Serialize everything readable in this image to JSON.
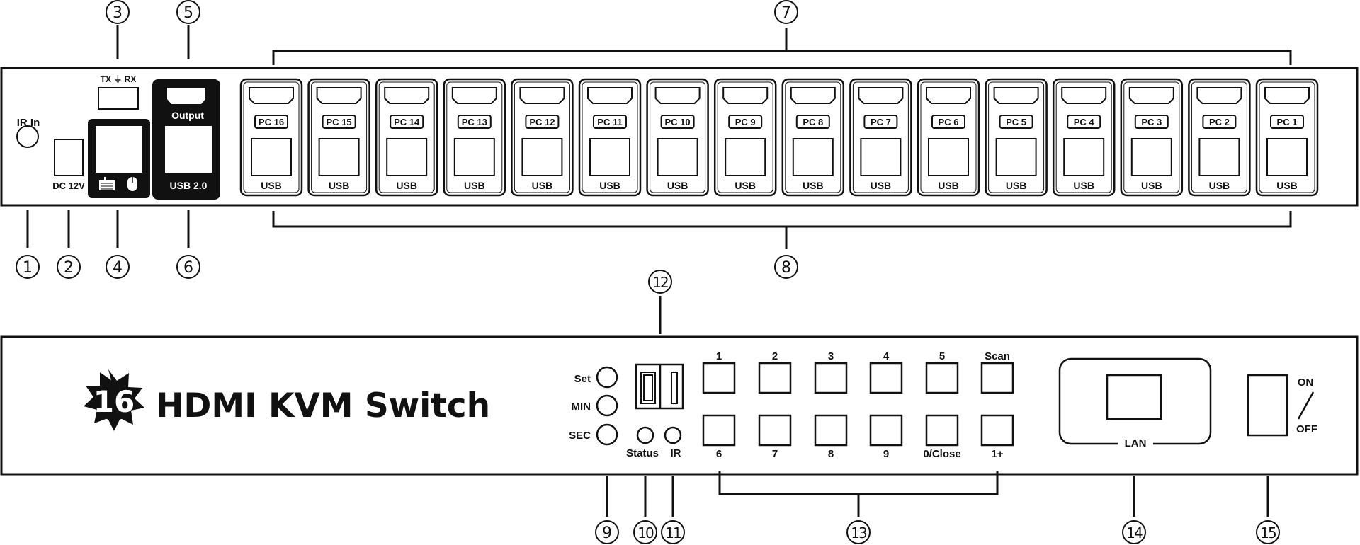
{
  "callouts": [
    "1",
    "2",
    "3",
    "4",
    "5",
    "6",
    "7",
    "8",
    "9",
    "10",
    "11",
    "12",
    "13",
    "14",
    "15"
  ],
  "rear_panel": {
    "ir_in_label": "IR In",
    "dc_label": "DC 12V",
    "rs232_label": "TX ⏚ RX",
    "output_label": "Output",
    "usb20_label": "USB 2.0",
    "ports": [
      {
        "pc": "PC 16",
        "usb": "USB"
      },
      {
        "pc": "PC 15",
        "usb": "USB"
      },
      {
        "pc": "PC 14",
        "usb": "USB"
      },
      {
        "pc": "PC 13",
        "usb": "USB"
      },
      {
        "pc": "PC 12",
        "usb": "USB"
      },
      {
        "pc": "PC 11",
        "usb": "USB"
      },
      {
        "pc": "PC 10",
        "usb": "USB"
      },
      {
        "pc": "PC 9",
        "usb": "USB"
      },
      {
        "pc": "PC 8",
        "usb": "USB"
      },
      {
        "pc": "PC 7",
        "usb": "USB"
      },
      {
        "pc": "PC 6",
        "usb": "USB"
      },
      {
        "pc": "PC 5",
        "usb": "USB"
      },
      {
        "pc": "PC 4",
        "usb": "USB"
      },
      {
        "pc": "PC 3",
        "usb": "USB"
      },
      {
        "pc": "PC 2",
        "usb": "USB"
      },
      {
        "pc": "PC 1",
        "usb": "USB"
      }
    ]
  },
  "front_panel": {
    "logo_number": "16",
    "title": "HDMI KVM Switch",
    "led_buttons": [
      "Set",
      "MIN",
      "SEC"
    ],
    "display_value": "01",
    "status_label": "Status",
    "ir_label": "IR",
    "buttons_top": [
      "1",
      "2",
      "3",
      "4",
      "5",
      "Scan"
    ],
    "buttons_bottom": [
      "6",
      "7",
      "8",
      "9",
      "0/Close",
      "1+"
    ],
    "lan_label": "LAN",
    "on_label": "ON",
    "off_label": "OFF"
  }
}
